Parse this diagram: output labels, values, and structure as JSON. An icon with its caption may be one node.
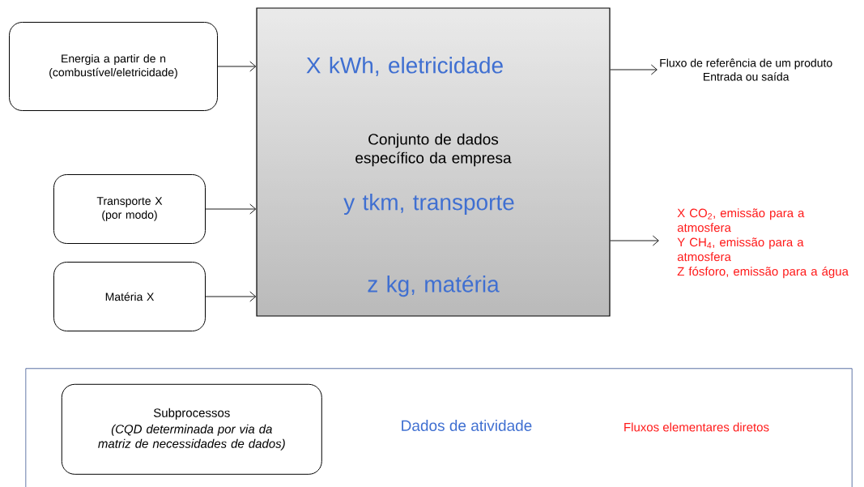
{
  "diagram": {
    "nodes": [
      {
        "text": [
          "Energia a partir de n (combustível/eletricidade)"
        ]
      },
      {
        "text": [
          "Transporte X (por modo)"
        ]
      },
      {
        "text": [
          "Matéria X"
        ]
      },
      {
        "text": [
          "X kWh, eletricidade",
          "Conjunto de dados específico da empresa",
          "y tkm, transporte",
          "z kg, matéria"
        ]
      },
      {
        "text": [
          "Fluxo de referência de um produto",
          "Entrada ou saída"
        ]
      },
      {
        "text": [
          "X CO$_{2}$, emissão para a atmosfera",
          "Y CH$_{4}$, emissão para a atmosfera",
          "Z fósforo, emissão para a água"
        ]
      },
      {
        "text": [],
        "shape": "box"
      },
      {
        "text": [
          "Subprocessos",
          "(CQD determinada por via da matriz de necessidades de dados)"
        ],
        "in": 6
      }
    ],
    "edges": [
      {
        "from": 0,
        "to": 3,
        "arrow": "to"
      },
      {
        "from": 1,
        "to": 3,
        "arrow": "to"
      },
      {
        "from": 2,
        "to": 3,
        "arrow": "to"
      },
      {
        "from": 3,
        "to": 4,
        "arrow": "to"
      },
      {
        "from": 3,
        "to": 5,
        "arrow": "to"
      }
    ],
    "labels": [
      "Dados de atividade",
      "Fluxos elementares diretos"
    ]
  }
}
